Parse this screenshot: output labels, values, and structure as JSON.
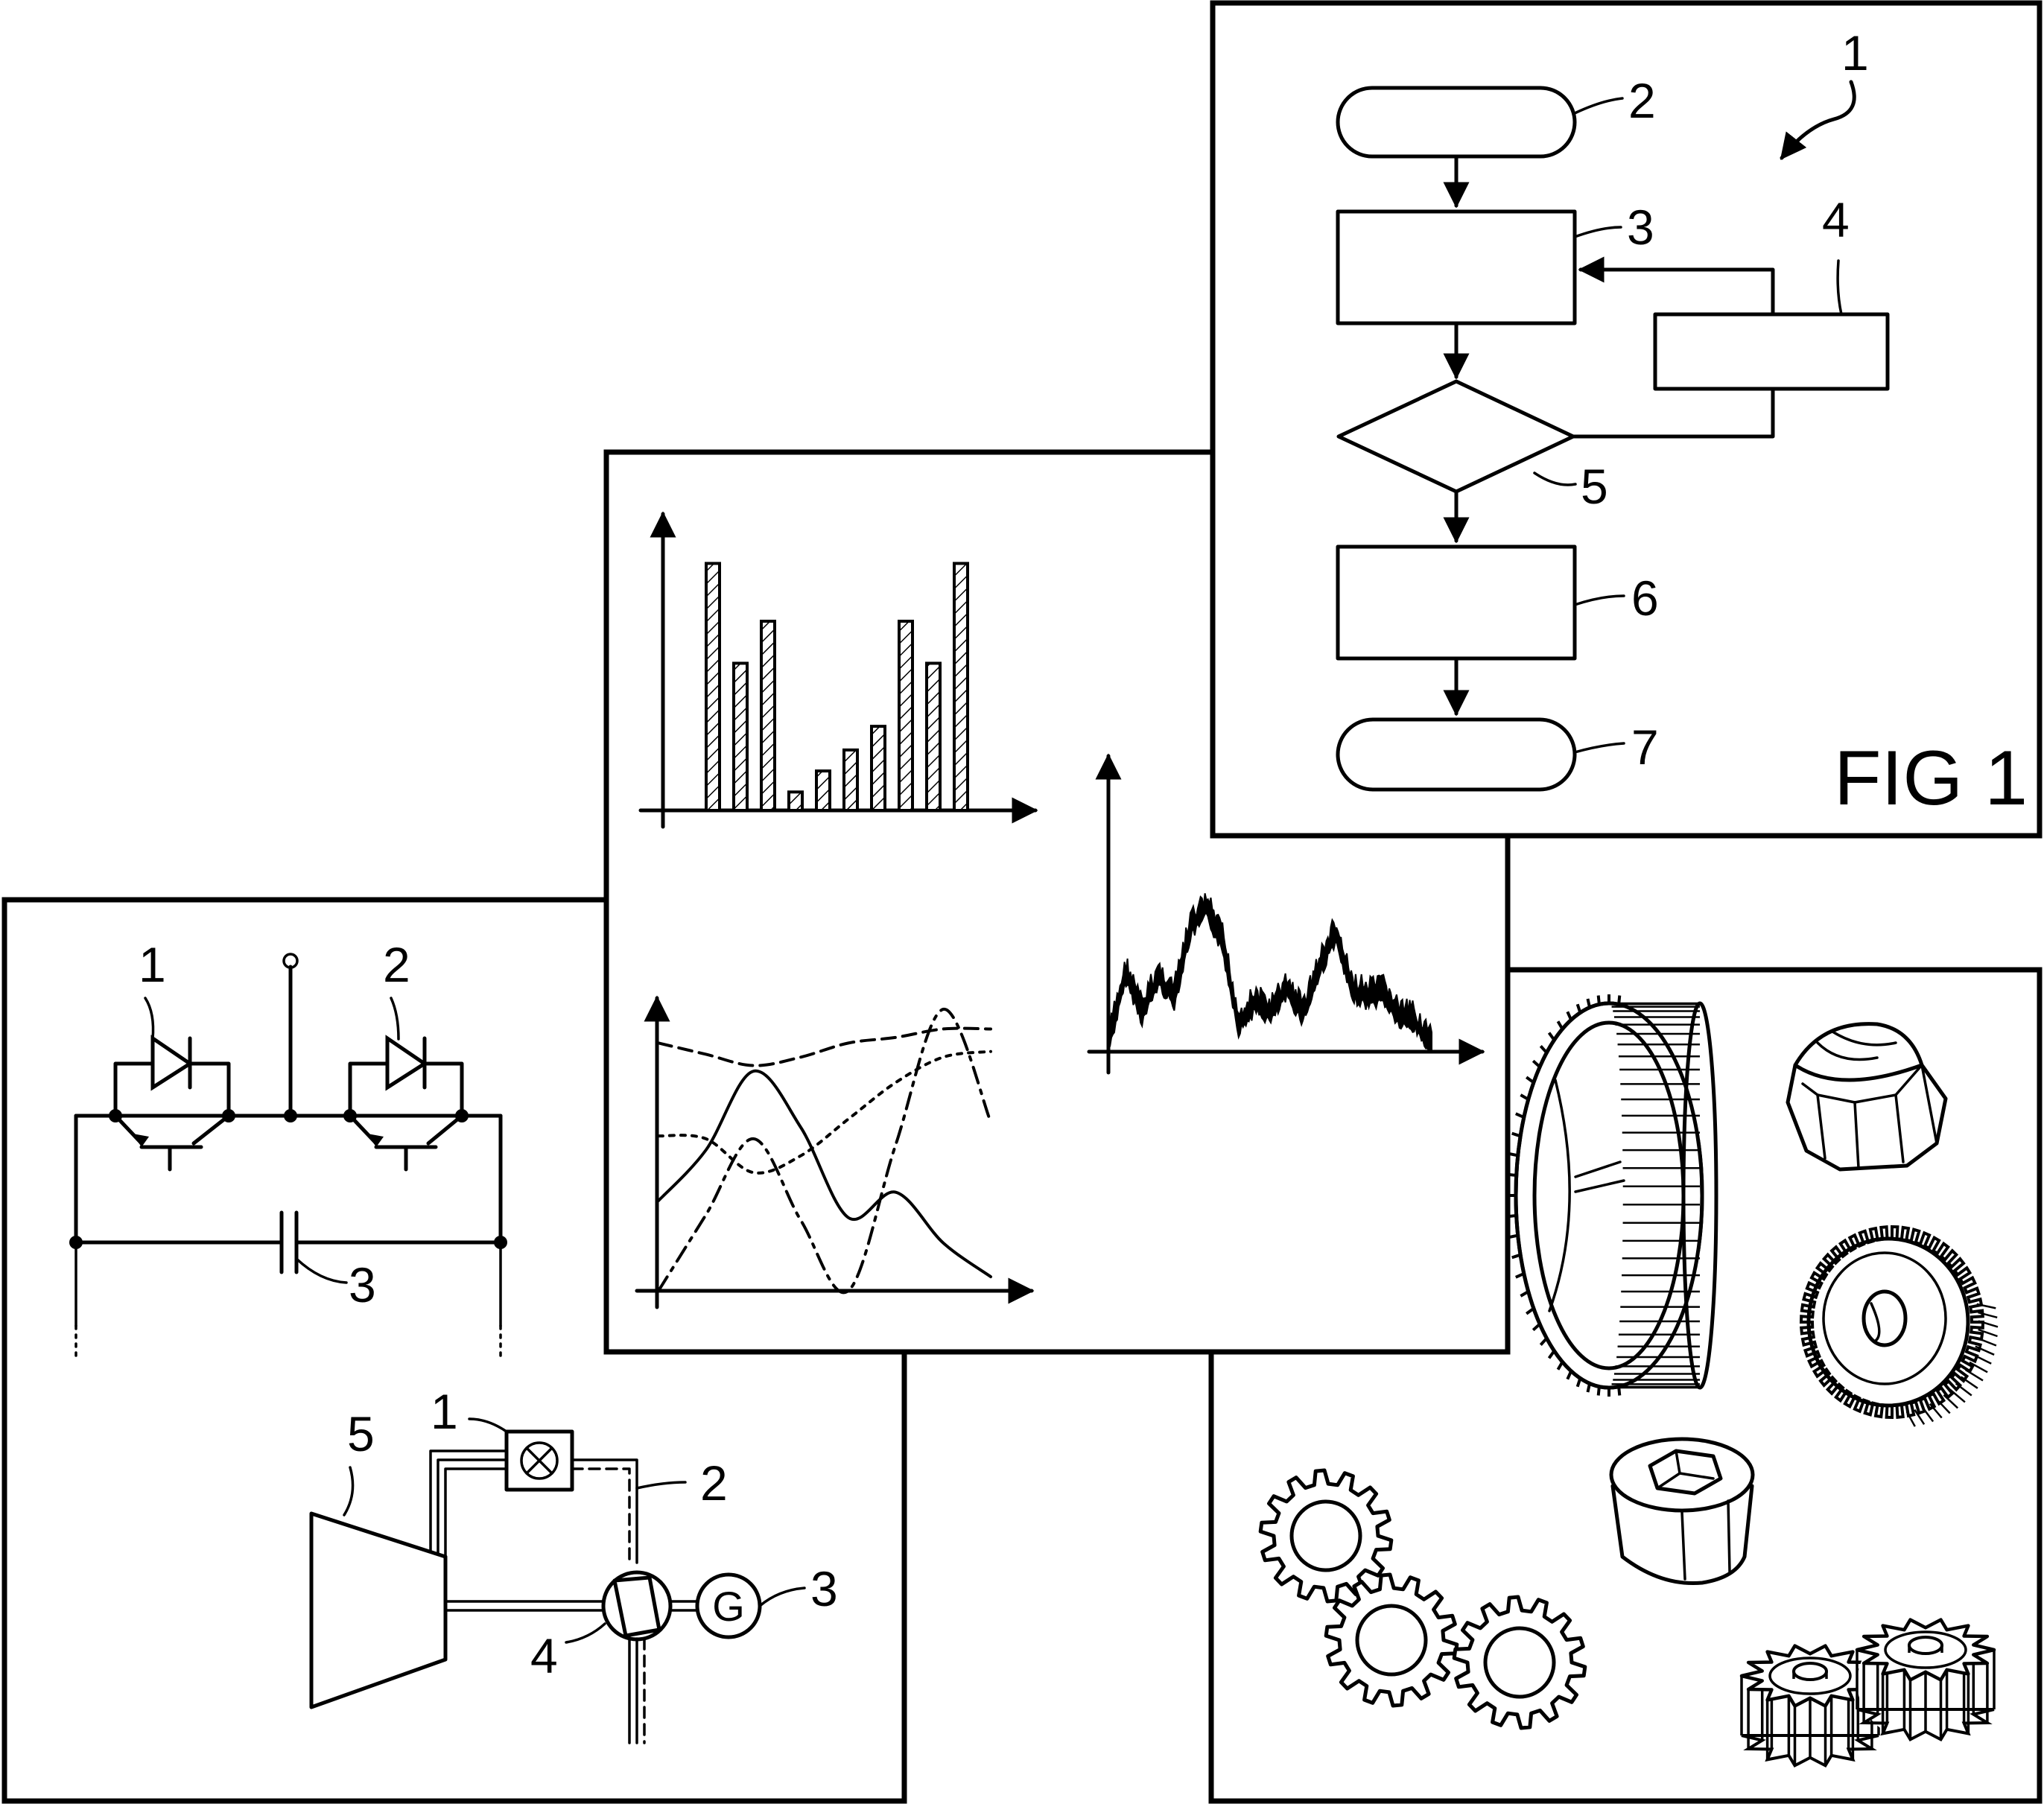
{
  "figure_label": "FIG 1",
  "flowchart": {
    "pointer_label": "1",
    "labels": [
      "2",
      "3",
      "4",
      "5",
      "6",
      "7"
    ]
  },
  "circuit": {
    "labels": [
      "1",
      "2",
      "3"
    ]
  },
  "plant": {
    "labels": [
      "1",
      "2",
      "3",
      "4",
      "5"
    ],
    "generator_symbol": "G"
  },
  "chart_data": [
    {
      "type": "bar",
      "values": [
        0.94,
        0.56,
        0.72,
        0.07,
        0.15,
        0.23,
        0.32,
        0.72,
        0.56,
        0.94
      ],
      "ylim": [
        0,
        1.1
      ],
      "grid": false,
      "pattern": "hatched"
    },
    {
      "type": "line",
      "series": [
        {
          "style": "solid",
          "values": [
            0.32,
            0.5,
            0.78,
            0.58,
            0.26,
            0.35,
            0.17,
            0.05
          ]
        },
        {
          "style": "dashed",
          "values": [
            0.88,
            0.84,
            0.8,
            0.83,
            0.88,
            0.9,
            0.93,
            0.93
          ]
        },
        {
          "style": "dotted",
          "values": [
            0.55,
            0.54,
            0.42,
            0.48,
            0.61,
            0.74,
            0.83,
            0.85
          ]
        },
        {
          "style": "dash-dot",
          "values": [
            0.0,
            0.27,
            0.54,
            0.25,
            0.0,
            0.52,
            1.0,
            0.6
          ]
        }
      ],
      "grid": false
    },
    {
      "type": "area",
      "values": [
        0.08,
        0.4,
        0.2,
        0.38,
        0.28,
        0.62,
        0.72,
        0.55,
        0.15,
        0.25,
        0.2,
        0.32,
        0.2,
        0.42,
        0.6,
        0.32,
        0.28,
        0.3,
        0.18,
        0.16,
        0.04
      ],
      "grid": false,
      "style": "noisy-filled"
    }
  ],
  "parts": {
    "items": [
      "large-gear",
      "hex-nut",
      "bevel-gear",
      "hex-socket-bushing",
      "spur-gear",
      "spur-gear",
      "spur-gear",
      "star-wheel",
      "star-wheel"
    ]
  }
}
